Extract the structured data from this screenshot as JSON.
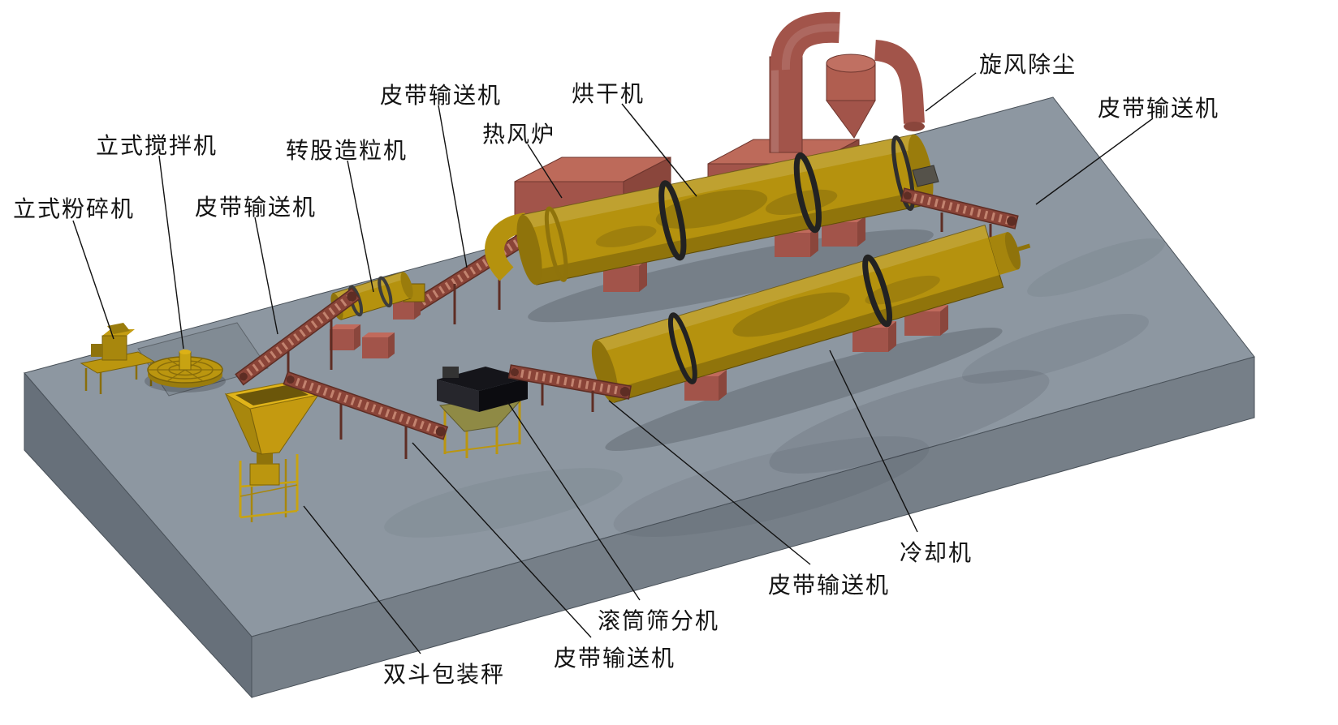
{
  "diagram": {
    "title": "organic-fertilizer-production-line-3d-diagram",
    "background": "#ffffff"
  },
  "labels": [
    {
      "id": "vertical-crusher",
      "text": "立式粉碎机"
    },
    {
      "id": "vertical-mixer",
      "text": "立式搅拌机"
    },
    {
      "id": "belt-conveyor-1",
      "text": "皮带输送机"
    },
    {
      "id": "rotary-granulator",
      "text": "转股造粒机"
    },
    {
      "id": "belt-conveyor-2",
      "text": "皮带输送机"
    },
    {
      "id": "hot-air-furnace",
      "text": "热风炉"
    },
    {
      "id": "dryer",
      "text": "烘干机"
    },
    {
      "id": "cyclone-dust-collector",
      "text": "旋风除尘"
    },
    {
      "id": "belt-conveyor-3",
      "text": "皮带输送机"
    },
    {
      "id": "cooling-machine",
      "text": "冷却机"
    },
    {
      "id": "belt-conveyor-4",
      "text": "皮带输送机"
    },
    {
      "id": "drum-screener",
      "text": "滚筒筛分机"
    },
    {
      "id": "belt-conveyor-5",
      "text": "皮带输送机"
    },
    {
      "id": "double-hopper-packing-scale",
      "text": "双斗包装秤"
    }
  ],
  "colors": {
    "platform_top": "#8d97a1",
    "platform_left": "#67707a",
    "platform_right": "#767f88",
    "drum_yellow": "#b5920e",
    "brick_red": "#a2544a",
    "conveyor_red": "#8a4438",
    "leader_line": "#111111",
    "label_text": "#141414"
  }
}
